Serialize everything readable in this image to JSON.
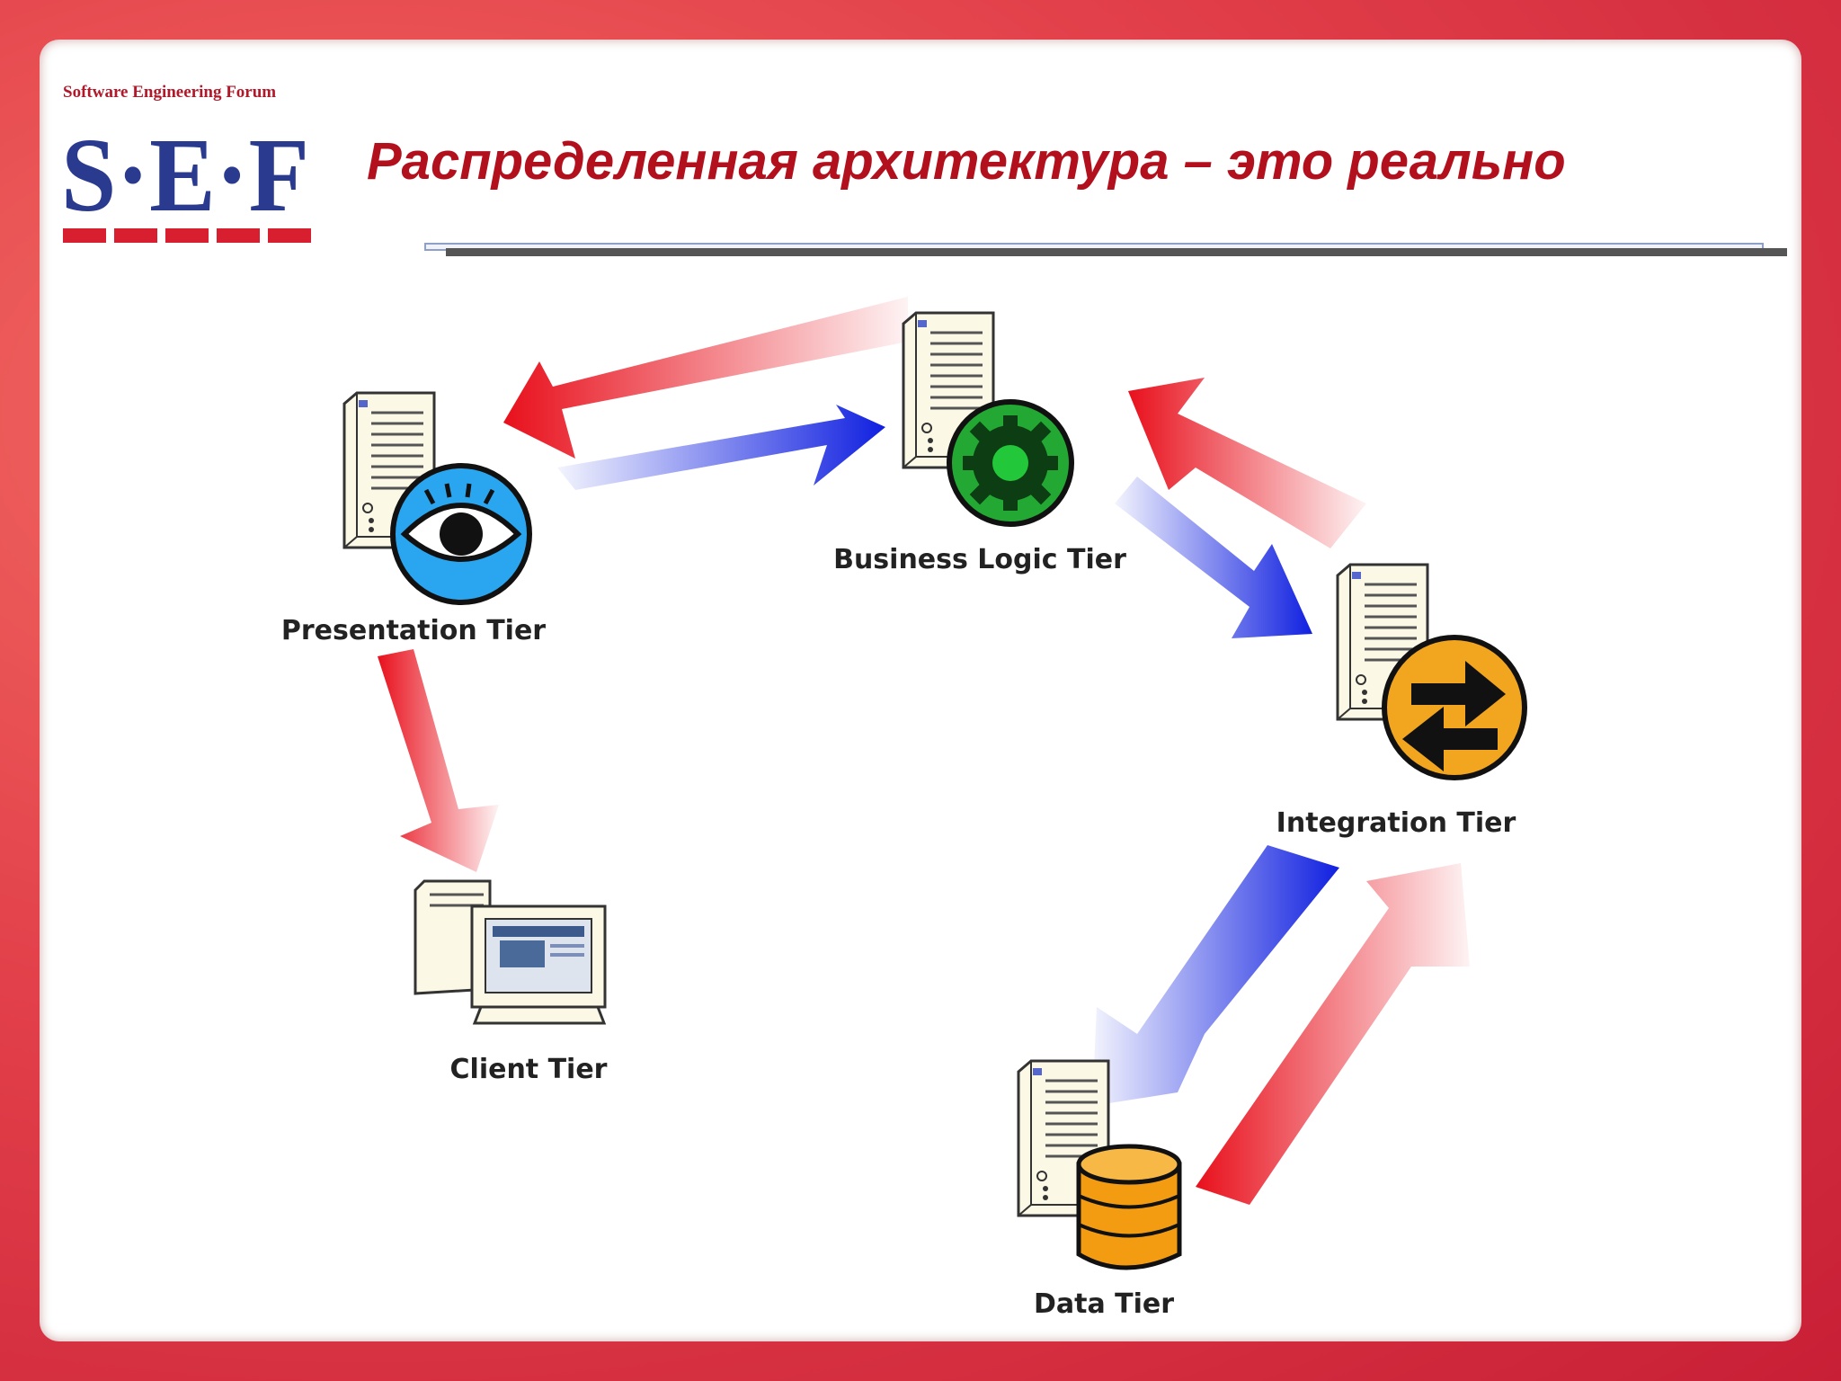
{
  "logo": {
    "tagline": "Software Engineering Forum",
    "letters": "S·E·F"
  },
  "title": "Распределенная архитектура – это реально",
  "tiers": {
    "presentation": "Presentation Tier",
    "business": "Business Logic Tier",
    "integration": "Integration Tier",
    "client": "Client Tier",
    "data": "Data Tier"
  },
  "colors": {
    "title": "#b3101e",
    "logo_blue": "#2a3a8f",
    "logo_red": "#d71f30",
    "arrow_red": "#e8101c",
    "arrow_blue": "#1020e0"
  },
  "icons": {
    "presentation": "eye-icon",
    "business": "gear-icon",
    "integration": "exchange-arrows-icon",
    "client": "desktop-computer-icon",
    "data": "database-icon"
  }
}
